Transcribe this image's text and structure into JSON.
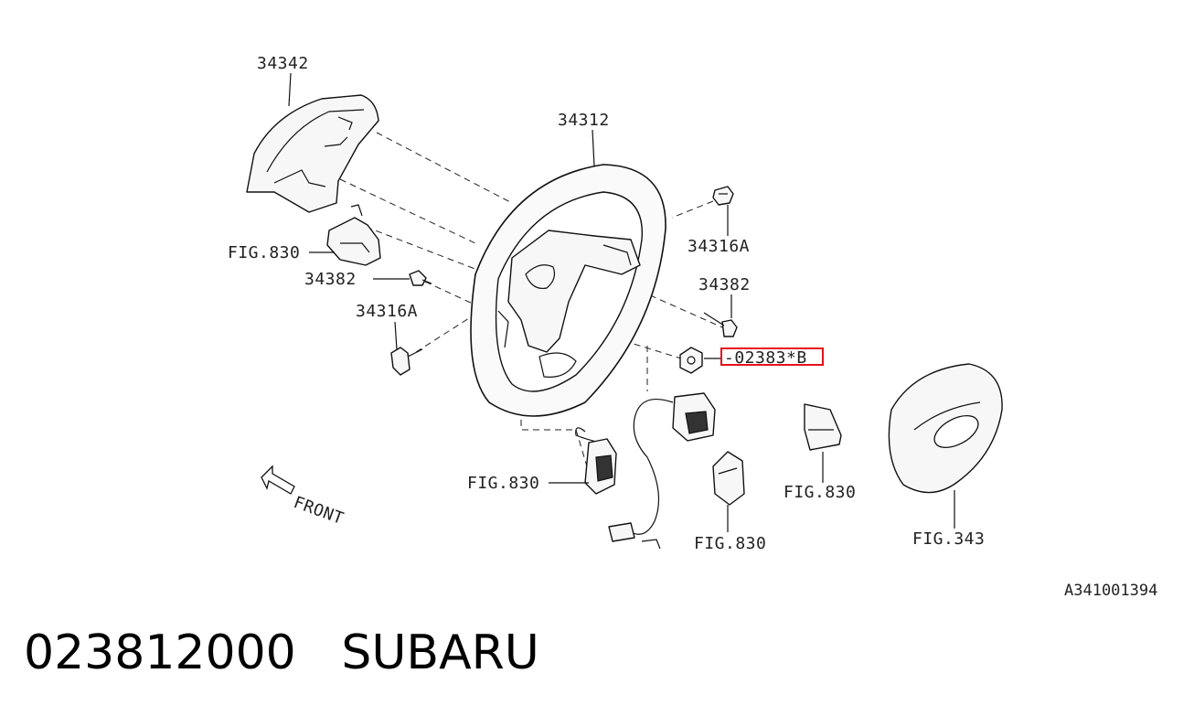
{
  "callouts": {
    "p34342": "34342",
    "p34312": "34312",
    "p34316a_right": "34316A",
    "p34382_right": "34382",
    "p34382_left": "34382",
    "p34316a_left": "34316A",
    "fig830_left": "FIG.830",
    "fig830_switch": "FIG.830",
    "fig830_lower": "FIG.830",
    "fig830_right": "FIG.830",
    "fig343": "FIG.343",
    "highlighted_part": "-02383*B"
  },
  "front_arrow_label": "FRONT",
  "diagram_code": "A341001394",
  "caption": {
    "part_number": "023812000",
    "brand": "SUBARU"
  },
  "colors": {
    "highlight": "#e8101a",
    "line": "#111111"
  },
  "icons": [
    "steering-wheel-icon",
    "front-arrow-icon"
  ]
}
